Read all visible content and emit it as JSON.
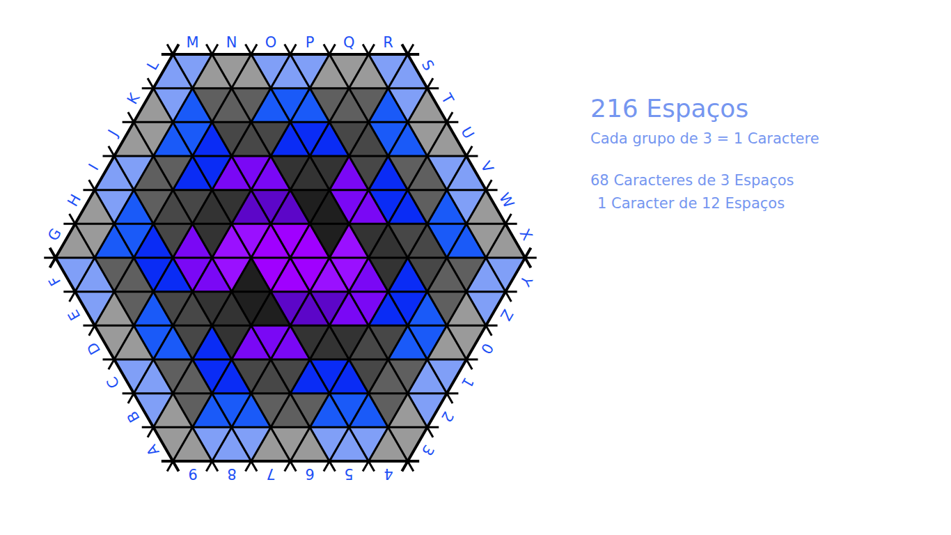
{
  "diagram": {
    "title": "216 Espaços",
    "labels": [
      "A",
      "B",
      "C",
      "D",
      "E",
      "F",
      "G",
      "H",
      "I",
      "J",
      "K",
      "L",
      "M",
      "N",
      "O",
      "P",
      "Q",
      "R",
      "S",
      "T",
      "U",
      "V",
      "W",
      "X",
      "Y",
      "Z",
      "0",
      "1",
      "2",
      "3",
      "4",
      "5",
      "6",
      "7",
      "8",
      "9",
      "Cada grupo de 3 = 1 Caractere",
      "68 Caracteres de 3 Espaços",
      "1 Caracter de 12 Espaços"
    ]
  }
}
